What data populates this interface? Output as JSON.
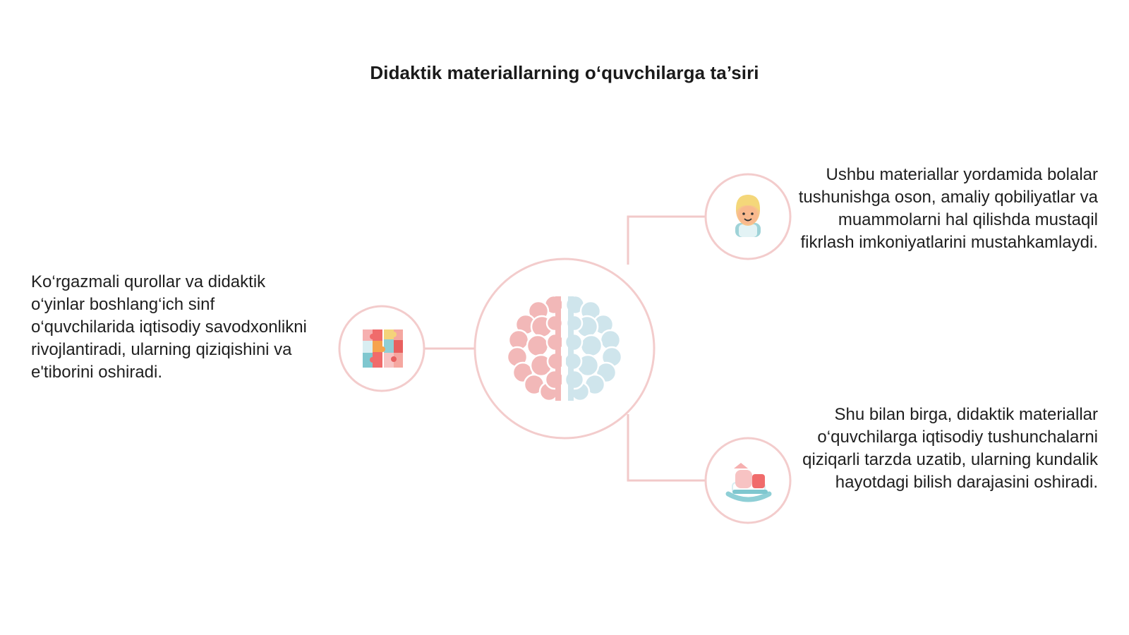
{
  "title": "Didaktik materiallarning o‘quvchilarga ta’siri",
  "nodes": {
    "left": {
      "icon": "colorful-blocks-icon",
      "text": "Ko‘rgazmali qurollar va didaktik o‘yinlar boshlang‘ich sinf o‘quvchilarida iqtisodiy savodxonlikni rivojlantiradi, ularning qiziqishini va e'tiborini oshiradi."
    },
    "top_right": {
      "icon": "child-face-icon",
      "text": "Ushbu materiallar yordamida bolalar tushunishga oson, amaliy qobiliyatlar va muammolarni hal qilishda mustaqil fikrlash imkoniyatlarini mustahkamlaydi."
    },
    "bottom_right": {
      "icon": "rocking-horse-icon",
      "text": "Shu bilan birga, didaktik materiallar o‘quvchilarga iqtisodiy tushunchalarni qiziqarli tarzda uzatib, ularning kundalik hayotdagi bilish darajasini oshiradi."
    },
    "center": {
      "icon": "brain-icon"
    }
  },
  "colors": {
    "connector": "#f2c9c9",
    "brain_left": "#f2b8b8",
    "brain_right": "#cfe5ec"
  }
}
